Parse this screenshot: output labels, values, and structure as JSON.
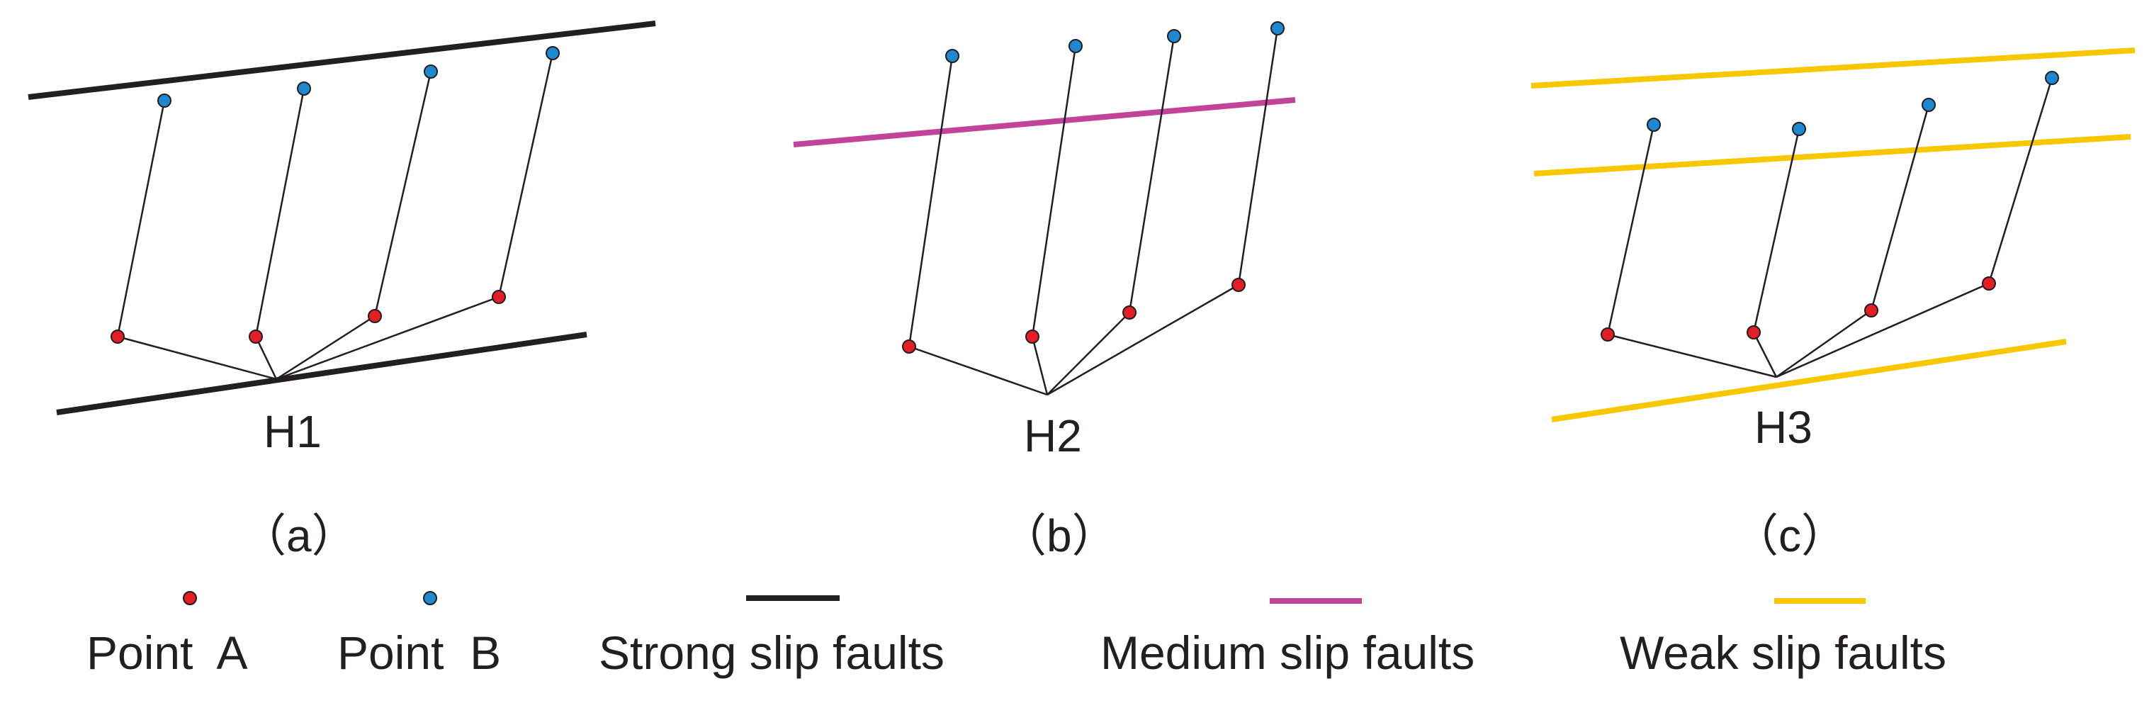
{
  "colors": {
    "point_a": "#e31e24",
    "point_b": "#1e88d0",
    "strong": "#231f20",
    "medium": "#c1449a",
    "weak": "#f7c800",
    "ray": "#231f20"
  },
  "panels": [
    {
      "id": "a",
      "hub_label": "H1",
      "caption": "（a）",
      "fault_type": "strong"
    },
    {
      "id": "b",
      "hub_label": "H2",
      "caption": "（b）",
      "fault_type": "medium"
    },
    {
      "id": "c",
      "hub_label": "H3",
      "caption": "（c）",
      "fault_type": "weak"
    }
  ],
  "legend": {
    "point_a": "Point  A",
    "point_b": "Point  B",
    "strong": "Strong slip faults",
    "medium": "Medium slip faults",
    "weak": "Weak slip faults"
  }
}
